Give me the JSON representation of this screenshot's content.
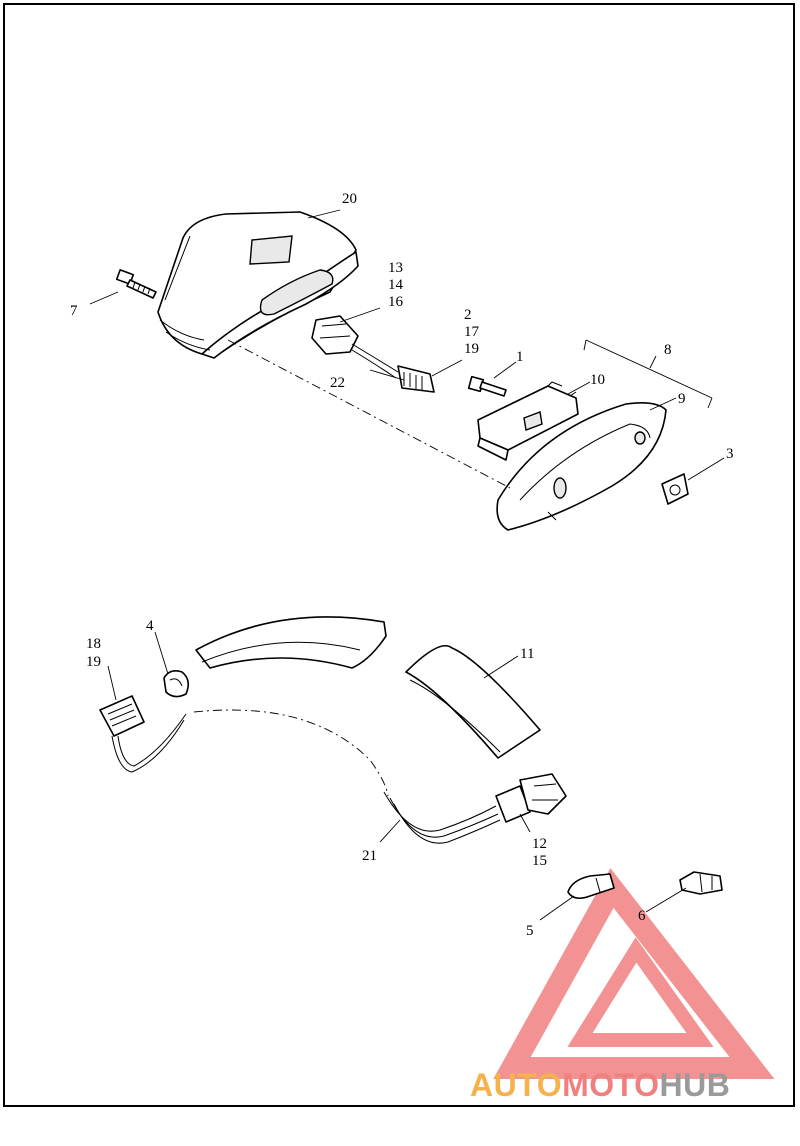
{
  "diagram": {
    "callouts": {
      "c1": "1",
      "c2": "2",
      "c3": "3",
      "c4": "4",
      "c5": "5",
      "c6": "6",
      "c7": "7",
      "c8": "8",
      "c9": "9",
      "c10": "10",
      "c11": "11",
      "c12": "12",
      "c13": "13",
      "c14": "14",
      "c15": "15",
      "c16": "16",
      "c17": "17",
      "c18": "18",
      "c19a": "19",
      "c19b": "19",
      "c20": "20",
      "c21": "21",
      "c22": "22"
    }
  },
  "watermark": {
    "brand_text": "AUTOMOTOHUB",
    "colors": {
      "logo": "#f08080",
      "auto": "#f6b24a",
      "moto": "#f08080",
      "hub": "#9a9a9a"
    }
  }
}
